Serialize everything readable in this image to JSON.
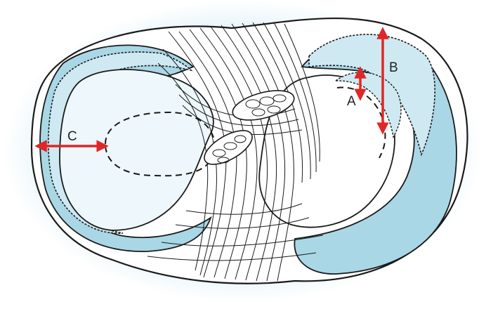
{
  "labels": {
    "a": "A",
    "b": "B",
    "c": "C"
  },
  "colors": {
    "halo": "#d6ecf6",
    "ring_fill": "#ffffff",
    "blue_tissue": "#a9d7e6",
    "disc_fill": "#eef7fb",
    "outline": "#1a1a1a",
    "arrow": "#e02626"
  }
}
